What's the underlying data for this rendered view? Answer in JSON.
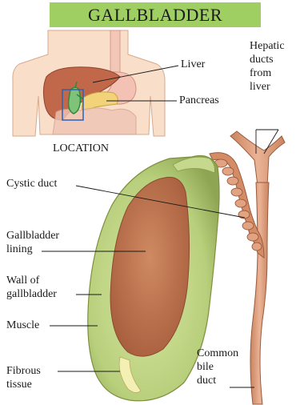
{
  "title": "GALLBLADDER",
  "location_label": "LOCATION",
  "labels": {
    "liver": "Liver",
    "pancreas": "Pancreas",
    "hepatic_ducts": [
      "Hepatic",
      "ducts",
      "from",
      "liver"
    ],
    "cystic_duct": "Cystic duct",
    "gallbladder_lining": [
      "Gallbladder",
      "lining"
    ],
    "wall_of_gallbladder": [
      "Wall of",
      "gallbladder"
    ],
    "muscle": "Muscle",
    "fibrous_tissue": [
      "Fibrous",
      "tissue"
    ],
    "common_bile_duct": [
      "Common",
      "bile",
      "duct"
    ]
  },
  "colors": {
    "banner": "#9fce63",
    "skin": "#f8dcc8",
    "liver": "#c06a4a",
    "gallbladder_wall": "#a9c36a",
    "lining": "#c27a55",
    "duct": "#d99b7a"
  }
}
